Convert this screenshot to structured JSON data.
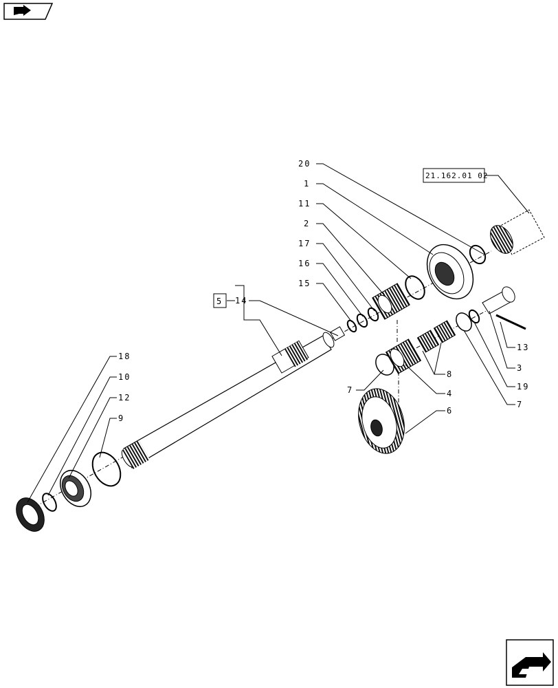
{
  "labels": {
    "l20": "20",
    "l1": "1",
    "l11": "11",
    "l2": "2",
    "l17": "17",
    "l16": "16",
    "l15": "15",
    "l14": "14",
    "l5": "5",
    "l18": "18",
    "l10": "10",
    "l12": "12",
    "l9": "9",
    "l13": "13",
    "l3": "3",
    "l19": "19",
    "l7a": "7",
    "l7b": "7",
    "l8": "8",
    "l4": "4",
    "l6": "6"
  },
  "reference": "21.162.01 02",
  "icons": {
    "top_left": "book-arrow-icon",
    "bottom_right": "next-page-arrow-icon"
  }
}
